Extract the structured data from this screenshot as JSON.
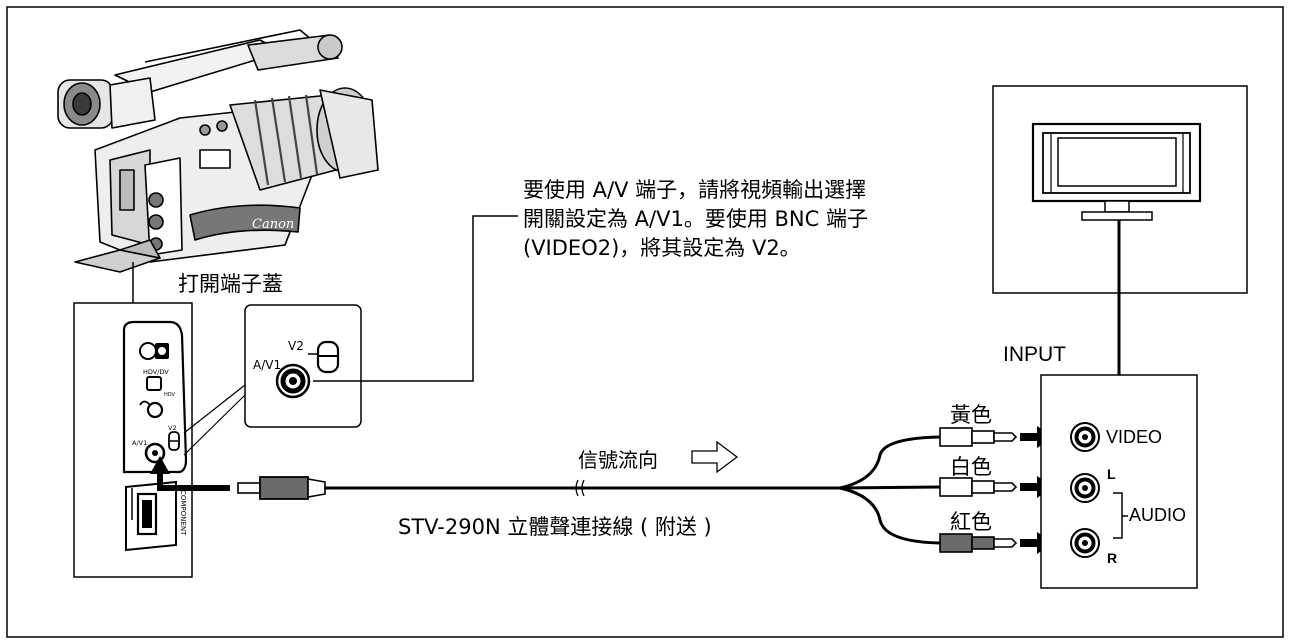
{
  "instruction": {
    "line1": "要使用 A/V 端子，請將視頻輸出選擇",
    "line2": "開關設定為 A/V1。要使用 BNC 端子",
    "line3": "(VIDEO2)，將其設定為 V2。"
  },
  "camera": {
    "open_cover_label": "打開端子蓋",
    "brand": "Canon",
    "panel_labels": {
      "hdv_dv": "HDV/DV",
      "hdv": "HDV",
      "av1": "A/V1",
      "v2": "V2",
      "component": "COMPONENT"
    },
    "zoom_switch": {
      "v2": "V2",
      "av1": "A/V1"
    }
  },
  "signal_flow": "信號流向",
  "cable_name": "STV-290N 立體聲連接線 ( 附送 )",
  "plugs": [
    {
      "color_name": "黃色",
      "fill": "#ffffff"
    },
    {
      "color_name": "白色",
      "fill": "#ffffff"
    },
    {
      "color_name": "紅色",
      "fill": "#6b6b6b"
    }
  ],
  "tv": {
    "input_label": "INPUT",
    "video": "VIDEO",
    "audio": "AUDIO",
    "left": "L",
    "right": "R"
  }
}
